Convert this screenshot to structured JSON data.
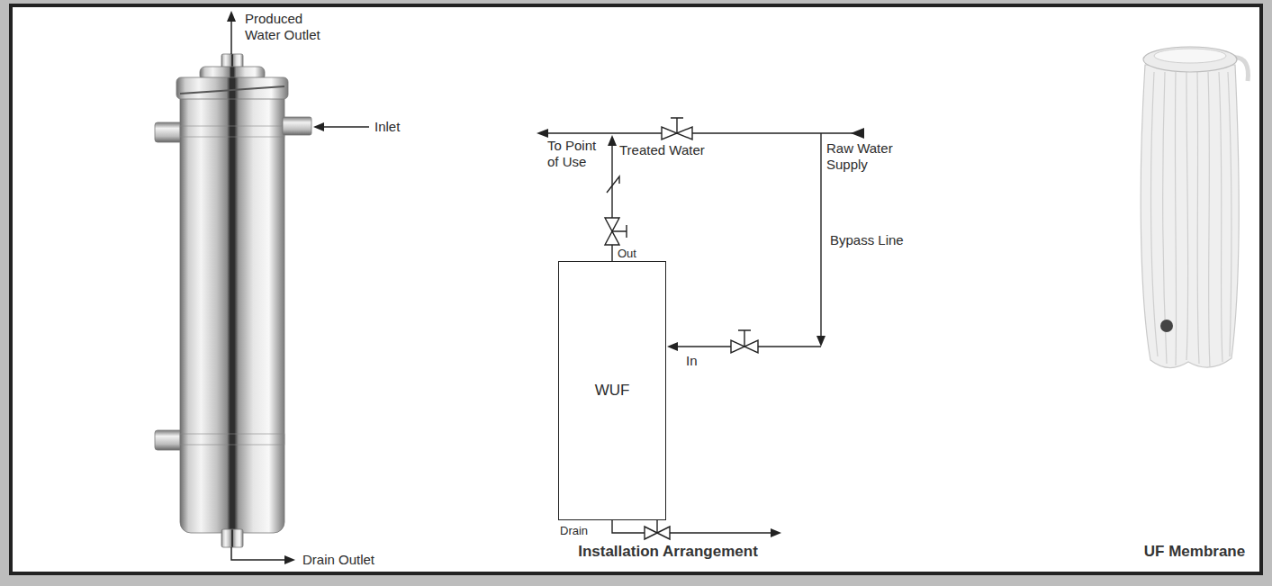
{
  "diagram": {
    "nodes": [
      {
        "text": [
          "WUF"
        ]
      }
    ],
    "labels": [
      "Produced Water Outlet",
      "Inlet",
      "Drain Outlet",
      "To Point of Use",
      "Treated Water",
      "Raw Water Supply",
      "Bypass Line",
      "Out",
      "In",
      "Drain",
      "Installation Arrangement",
      "UF Membrane"
    ]
  }
}
